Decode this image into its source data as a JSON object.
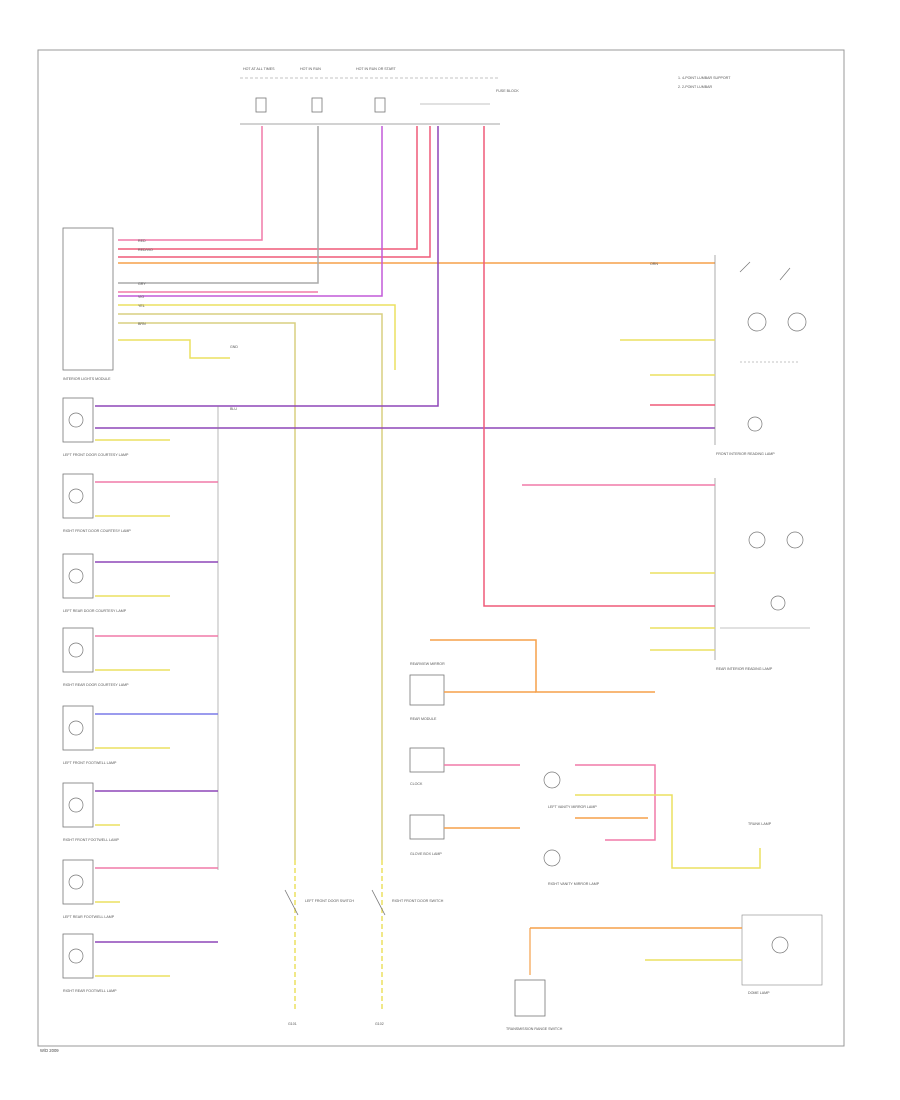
{
  "colors": {
    "pink": "#f07aa8",
    "red_pink": "#ef5a78",
    "orange": "#f5a04a",
    "violet": "#c25ad8",
    "purple": "#8e46b8",
    "blue": "#7a7ae8",
    "yellow": "#ece060",
    "khaki": "#d8cf80",
    "gray": "#aaaaaa",
    "frame": "#888888"
  },
  "legend": {
    "line1": "1. 4-POINT LUMBAR SUPPORT",
    "line2": "2. 2-POINT LUMBAR"
  },
  "fuse_box": {
    "feed1": "HOT AT ALL TIMES",
    "feed2": "HOT IN RUN",
    "feed3": "HOT IN RUN OR START",
    "label": "FUSE BLOCK"
  },
  "modules": {
    "interior_lamps": "INTERIOR LIGHTS MODULE",
    "roof_front": "FRONT INTERIOR READING LAMP",
    "roof_rear": "REAR INTERIOR READING LAMP",
    "rear_view": "REARVIEW MIRROR",
    "rear_module": "REAR MODULE",
    "clock": "CLOCK",
    "glove": "GLOVE BOX LAMP",
    "trunk": "TRUNK LAMP",
    "trans": "TRANSMISSION RANGE SWITCH",
    "left_door_switch": "LEFT FRONT DOOR SWITCH",
    "right_door_switch": "RIGHT FRONT DOOR SWITCH",
    "left_fr_ground": "G101",
    "right_fr_ground": "G102",
    "vanity_l": "LEFT VANITY MIRROR LAMP",
    "vanity_r": "RIGHT VANITY MIRROR LAMP",
    "dome": "DOME LAMP",
    "ground_label": "GND",
    "footer": "W/D 2009"
  },
  "lamp_labels": [
    "LEFT FRONT DOOR COURTESY LAMP",
    "RIGHT FRONT DOOR COURTESY LAMP",
    "LEFT REAR DOOR COURTESY LAMP",
    "RIGHT REAR DOOR COURTESY LAMP",
    "LEFT FRONT FOOTWELL LAMP",
    "RIGHT FRONT FOOTWELL LAMP",
    "LEFT REAR FOOTWELL LAMP",
    "RIGHT REAR FOOTWELL LAMP"
  ],
  "wire_labels": {
    "rd": "RED",
    "rdvi": "RED/VIO",
    "or": "ORN",
    "vi": "VIO",
    "bu": "BLU",
    "ye": "YEL",
    "br": "BRN",
    "gy": "GRY"
  }
}
